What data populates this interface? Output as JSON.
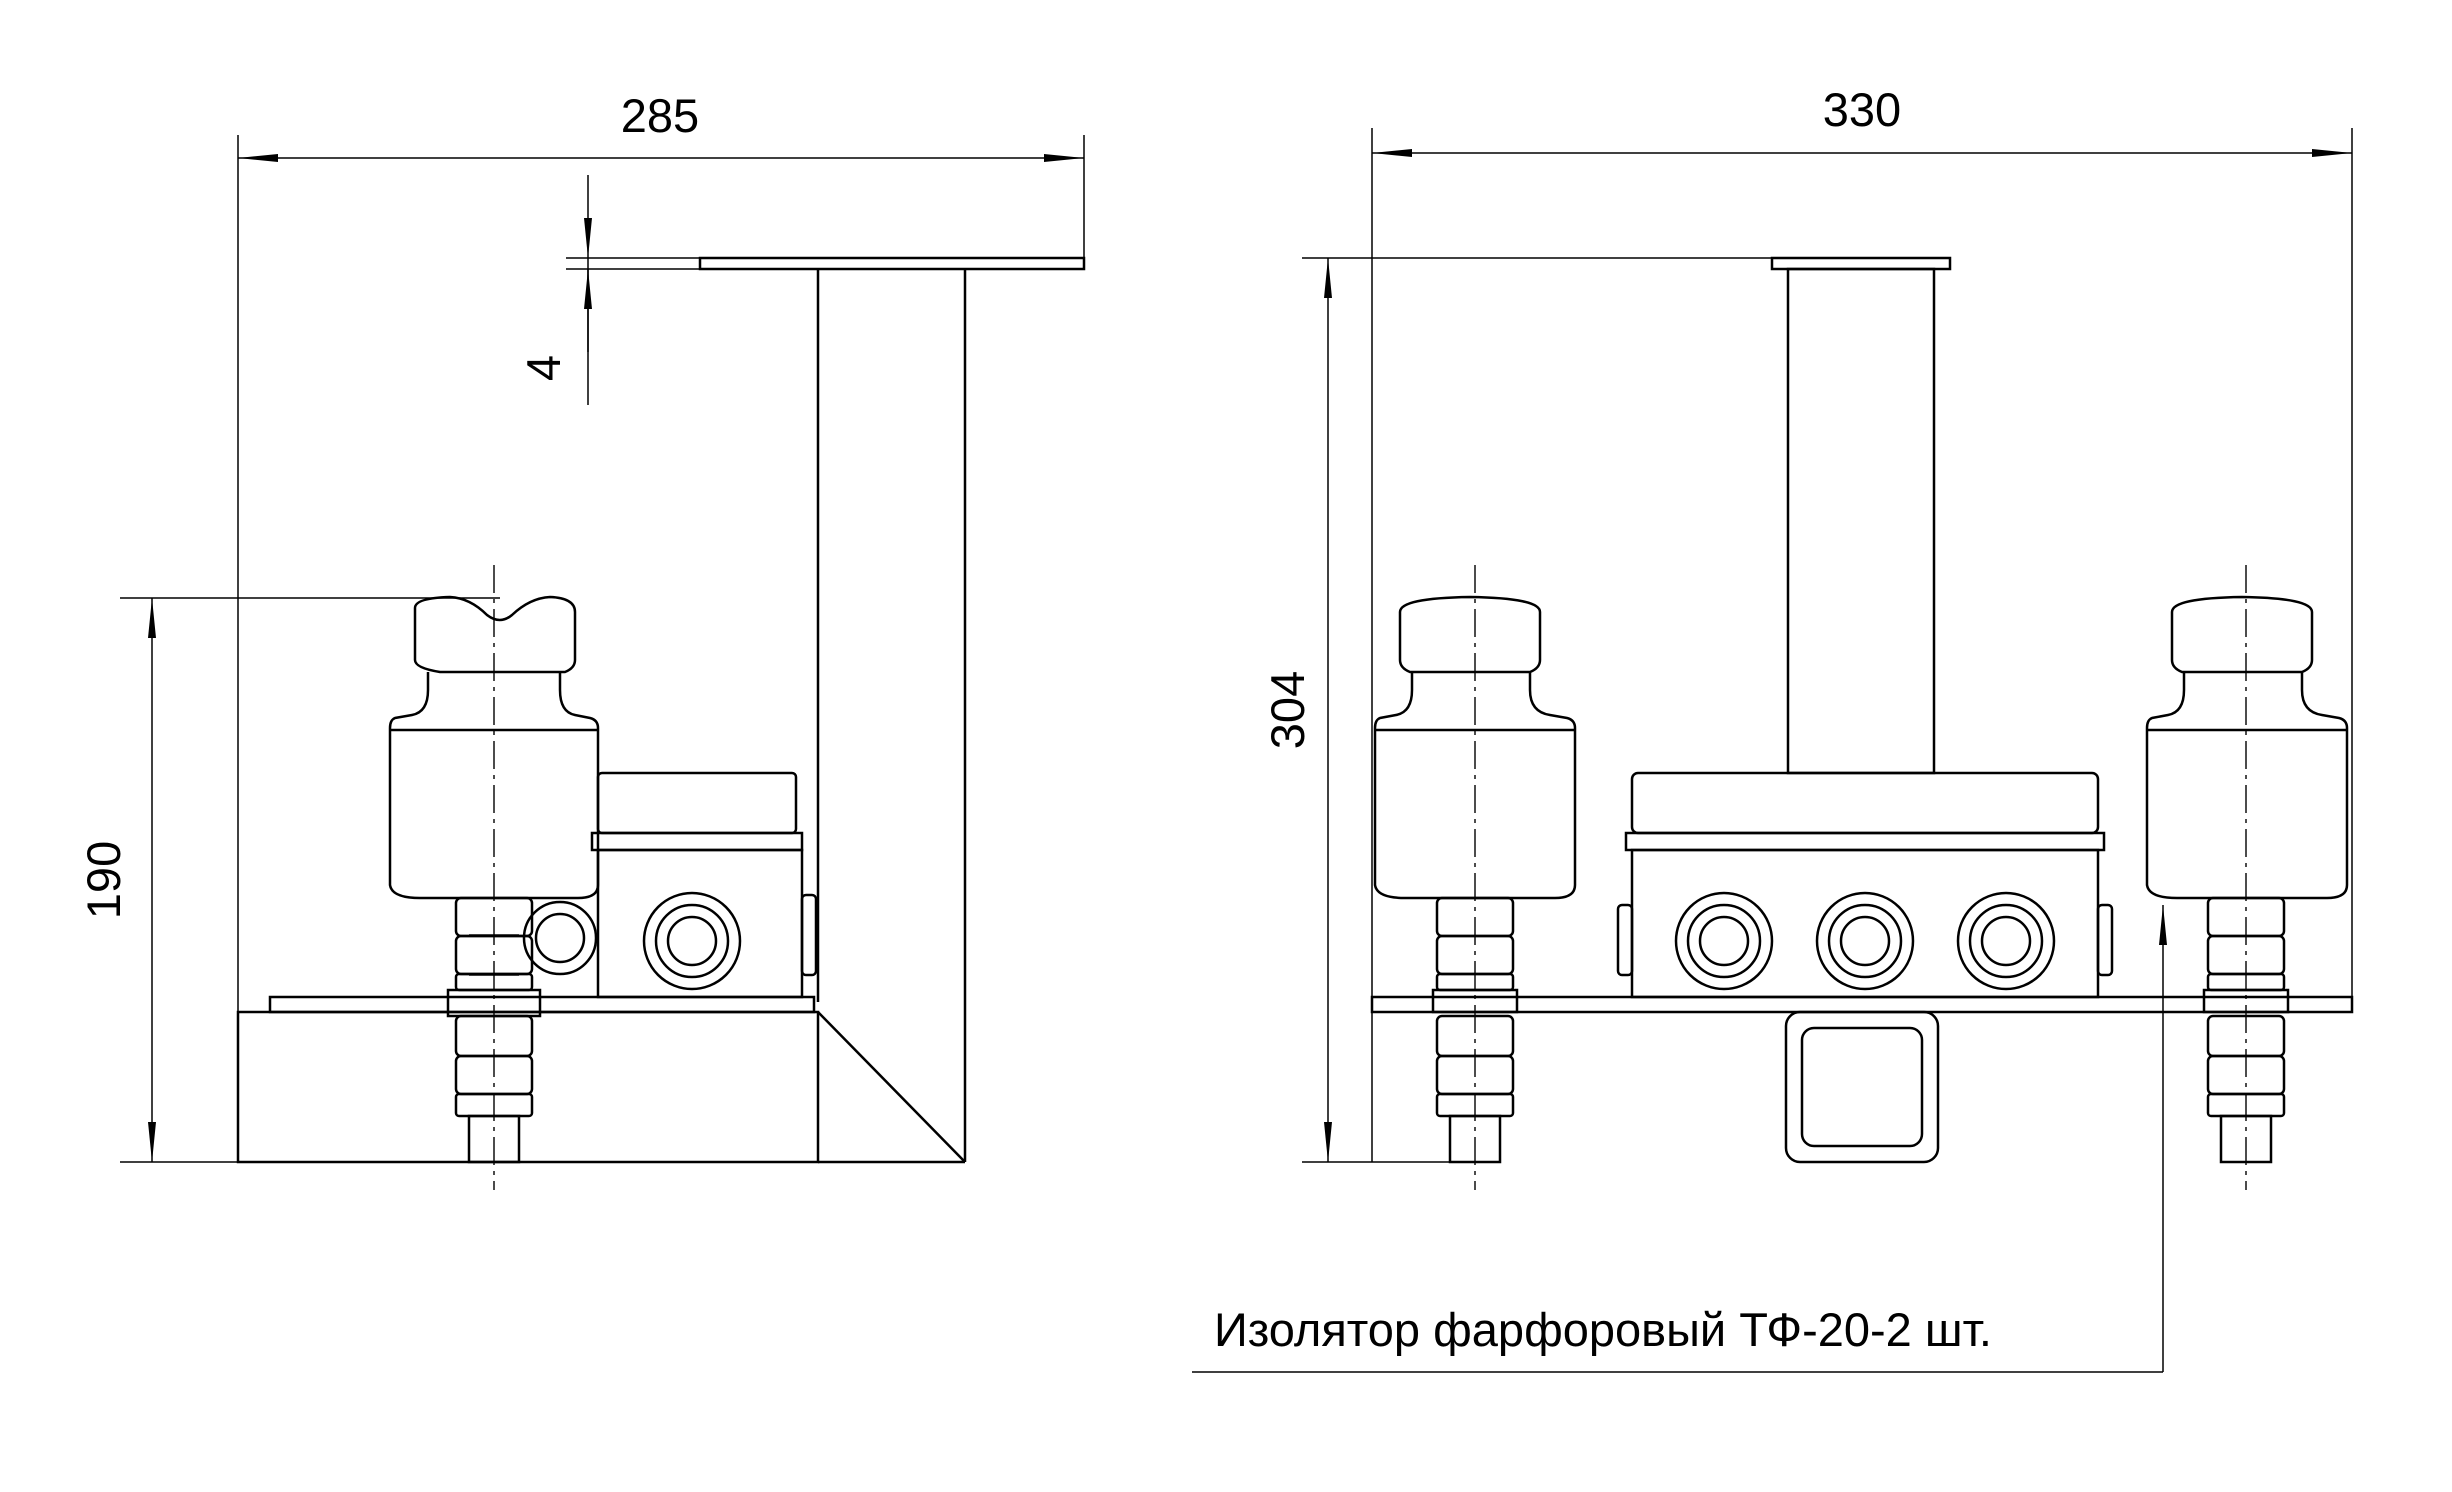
{
  "dimensions": {
    "side_width": "285",
    "plate_thickness": "4",
    "side_height": "190",
    "front_width": "330",
    "front_height": "304"
  },
  "callout": {
    "text": "Изолятор фарфоровый ТФ-20-2 шт."
  },
  "colors": {
    "line": "#000000",
    "background": "#ffffff"
  }
}
